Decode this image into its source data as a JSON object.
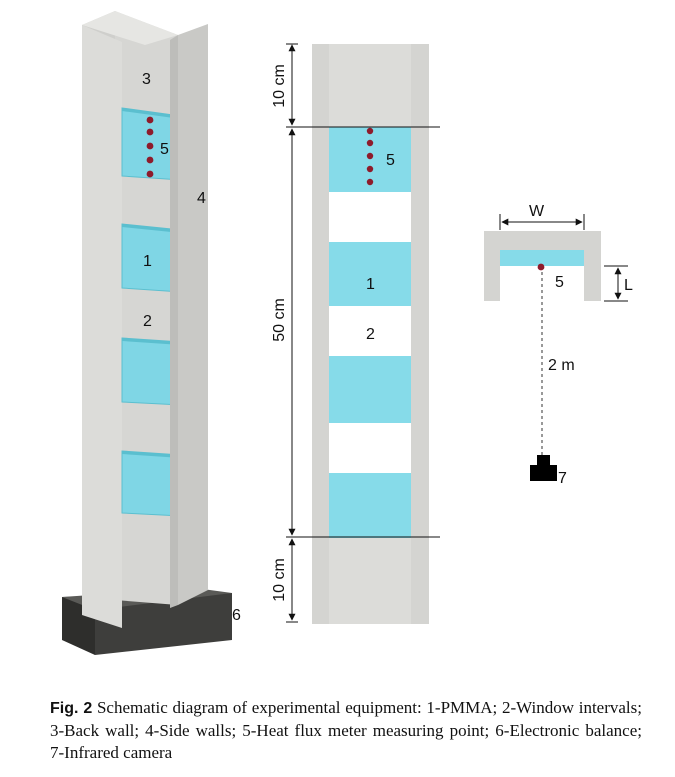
{
  "colors": {
    "concrete": "#d9d9d6",
    "concrete_dark": "#c2c2bf",
    "glass": "#86dbe9",
    "glass_edge": "#5bbfcf",
    "point": "#8e1b2b",
    "base": "#4a4a48",
    "camera": "#000000"
  },
  "left_model": {
    "labels": {
      "back_wall": "3",
      "heat_flux": "5",
      "side_wall": "4",
      "pmma": "1",
      "window": "2",
      "balance": "6"
    }
  },
  "front_view": {
    "labels": {
      "heat_flux": "5",
      "pmma": "1",
      "window": "2"
    },
    "dims": {
      "top": "10 cm",
      "middle": "50 cm",
      "bottom": "10 cm"
    }
  },
  "top_view": {
    "labels": {
      "width": "W",
      "heat_flux": "5",
      "depth": "L",
      "distance": "2 m",
      "camera": "7"
    }
  },
  "caption": {
    "label": "Fig. 2",
    "text": "Schematic diagram of experimental equipment: 1-PMMA; 2-Window intervals; 3-Back wall; 4-Side walls; 5-Heat flux meter measuring point; 6-Electronic balance; 7-Infrared camera"
  }
}
